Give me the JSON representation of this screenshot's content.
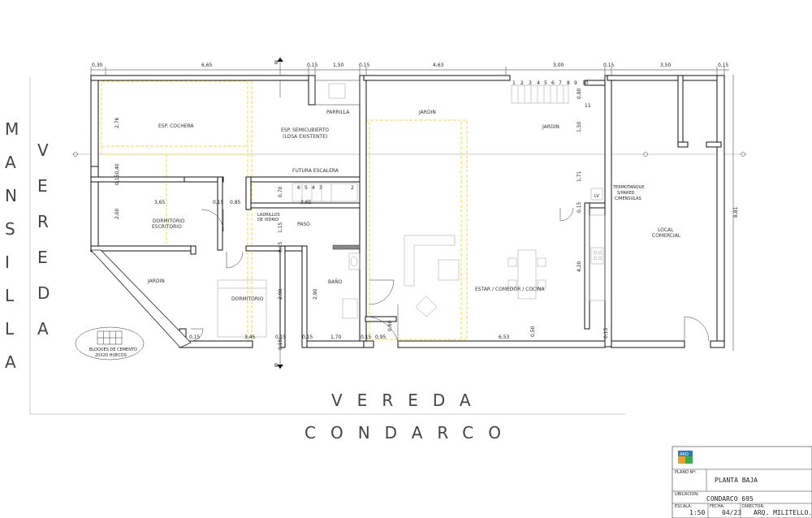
{
  "street_west": {
    "line1": "VEREDA",
    "line2": "MANSILLA"
  },
  "street_south": {
    "line1": "VEREDA",
    "line2": "CONDARCO"
  },
  "top_dims": [
    "0,30",
    "6,65",
    "0,15",
    "1,50",
    "0,15",
    "4,63",
    "3,00",
    "0,15",
    "3,50",
    "0,15"
  ],
  "right_dim": "8,81",
  "section_markers": {
    "top": "B",
    "bottom": "B"
  },
  "rooms": {
    "cochera": "ESP. COCHERA",
    "semicubierto_1": "ESP. SEMICUBIERTO",
    "semicubierto_2": "(LOSA EXISTENTE)",
    "parrilla": "PARRILLA",
    "jardin_top": "JARDIN",
    "jardin_right": "JARDIN",
    "futura_escalera": "FUTURA ESCALERA",
    "dormitorio_escritorio_1": "DORMITORIO",
    "dormitorio_escritorio_2": "ESCRITORIO",
    "ladrillos_1": "LADRILLOS",
    "ladrillos_2": "DE VIDRIO",
    "paso": "PASO",
    "jardin_left": "JARDIN",
    "dormitorio": "DORMITORIO",
    "bano": "BAÑO",
    "estar": "ESTAR / COMEDOR / COCINA",
    "local_1": "LOCAL",
    "local_2": "COMERCIAL",
    "termotanque_1": "TERMOTANQUE",
    "termotanque_2": "S/PARED",
    "termotanque_3": "C/MENSULAS",
    "lv": "LV"
  },
  "inner_dims": {
    "d_2_76": "2,76",
    "d_0_15_0_40": "0,150,40",
    "d_2_00": "2,00",
    "d_3_65a": "3,65",
    "d_0_15a": "0,15",
    "d_0_85": "0,85",
    "d_3_65b": "3,65",
    "d_0_70": "0,70",
    "d_1_15": "1,15",
    "d_0_15b": "0,15",
    "d_0_15c": "0,15",
    "d_2_90a": "2,90",
    "d_2_90b": "2,90",
    "d_0_15d": "0,15",
    "d_3_45": "3,45",
    "d_0_15e": "0,15",
    "d_0_15f": "0,15",
    "d_1_70": "1,70",
    "d_0_15g": "0,15",
    "d_0_95": "0,95",
    "d_0_60": "0,60",
    "d_6_53": "6,53",
    "d_0_50": "0,50",
    "d_0_15h": "0,15",
    "d_0_80": "0,80",
    "d_1_50": "1,50",
    "d_1_71": "1,71",
    "d_0_15i": "0,15",
    "d_4_20": "4,20"
  },
  "stair_numbers_top": [
    "1",
    "2",
    "3",
    "4",
    "5",
    "6",
    "7",
    "8",
    "9",
    "10"
  ],
  "stair_11": "11",
  "stair_numbers_mid": [
    "6",
    "5",
    "4",
    "3",
    "2"
  ],
  "bloques": {
    "line1": "BLOQUES DE CEMENTO",
    "line2": "20X20 HUECOS"
  },
  "title_block": {
    "logo": "ARQ",
    "plano_label": "PLANO Nº:",
    "plano_value": "PLANTA BAJA",
    "ubicacion_label": "UBICACION:",
    "ubicacion_value": "CONDARCO 695",
    "escala_label": "ESCALA:",
    "escala_value": "1:50",
    "fecha_label": "FECHA:",
    "fecha_value": "04/23",
    "director_label": "DIRECTOR:",
    "director_value": "ARQ. MILITELLO."
  }
}
